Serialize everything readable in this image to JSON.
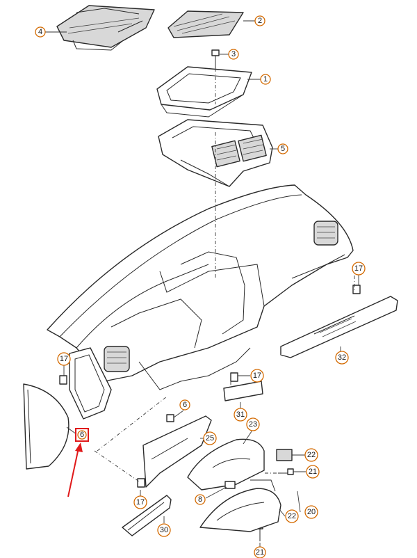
{
  "diagram": {
    "callouts": [
      {
        "id": "c1",
        "label": "1"
      },
      {
        "id": "c2",
        "label": "2"
      },
      {
        "id": "c3",
        "label": "3"
      },
      {
        "id": "c4",
        "label": "4"
      },
      {
        "id": "c5",
        "label": "5"
      },
      {
        "id": "c6a",
        "label": "6"
      },
      {
        "id": "c6b",
        "label": "6"
      },
      {
        "id": "c8",
        "label": "8"
      },
      {
        "id": "c17a",
        "label": "17"
      },
      {
        "id": "c17b",
        "label": "17"
      },
      {
        "id": "c17c",
        "label": "17"
      },
      {
        "id": "c17d",
        "label": "17"
      },
      {
        "id": "c20",
        "label": "20"
      },
      {
        "id": "c21a",
        "label": "21"
      },
      {
        "id": "c21b",
        "label": "21"
      },
      {
        "id": "c22a",
        "label": "22"
      },
      {
        "id": "c22b",
        "label": "22"
      },
      {
        "id": "c23",
        "label": "23"
      },
      {
        "id": "c25",
        "label": "25"
      },
      {
        "id": "c30",
        "label": "30"
      },
      {
        "id": "c31",
        "label": "31"
      },
      {
        "id": "c32",
        "label": "32"
      }
    ],
    "highlight": {
      "label": "6",
      "color": "#e0191a"
    },
    "colors": {
      "badge_ring": "#d46a00",
      "highlight": "#e0191a",
      "line": "#2a2a2a"
    }
  }
}
